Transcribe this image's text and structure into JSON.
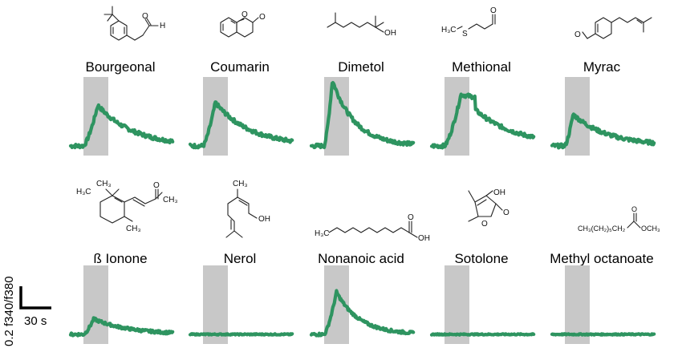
{
  "panels": [
    {
      "label": "Bourgeonal",
      "response": 0.62,
      "peak_s": 14,
      "shape": "moderate"
    },
    {
      "label": "Coumarin",
      "response": 0.66,
      "peak_s": 12,
      "shape": "moderate"
    },
    {
      "label": "Dimetol",
      "response": 1.0,
      "peak_s": 8,
      "shape": "sharp"
    },
    {
      "label": "Methional",
      "response": 0.78,
      "peak_s": 16,
      "shape": "plateau"
    },
    {
      "label": "Myrac",
      "response": 0.48,
      "peak_s": 8,
      "shape": "moderate"
    },
    {
      "label": "ß Ionone",
      "response": 0.32,
      "peak_s": 10,
      "shape": "moderate"
    },
    {
      "label": "Nerol",
      "response": 0.0,
      "peak_s": 0,
      "shape": "flat"
    },
    {
      "label": "Nonanoic acid",
      "response": 0.88,
      "peak_s": 12,
      "shape": "sharp"
    },
    {
      "label": "Sotolone",
      "response": 0.0,
      "peak_s": 0,
      "shape": "flat"
    },
    {
      "label": "Methyl octanoate",
      "response": 0.0,
      "peak_s": 0,
      "shape": "flat"
    }
  ],
  "structure_labels": {
    "bourgeonal_o": "O",
    "bourgeonal_h": "H",
    "coumarin_o1": "O",
    "coumarin_o2": "O",
    "dimetol_oh": "OH",
    "methional_ch3": "H₃C",
    "methional_s": "S",
    "methional_o": "O",
    "myrac_o": "O",
    "ionone_ch3_1": "H₃C",
    "ionone_ch3_2": "CH₃",
    "ionone_o": "O",
    "ionone_ch3_3": "CH₃",
    "ionone_ch3_4": "CH₃",
    "nerol_ch3": "CH₃",
    "nerol_oh": "OH",
    "nonanoic_h3c": "H₃C",
    "nonanoic_o": "O",
    "nonanoic_oh": "OH",
    "sotolone_oh": "OH",
    "sotolone_o1": "O",
    "sotolone_o2": "O",
    "octanoate_formula": "CH₃(CH₂)₅CH₂",
    "octanoate_o": "O",
    "octanoate_och3": "OCH₃"
  },
  "scale_bar": {
    "y_label": "0.2 f340/f380",
    "x_label": "30 s"
  },
  "colors": {
    "trace": "#2e9460",
    "stimulus": "#c8c8c8"
  }
}
